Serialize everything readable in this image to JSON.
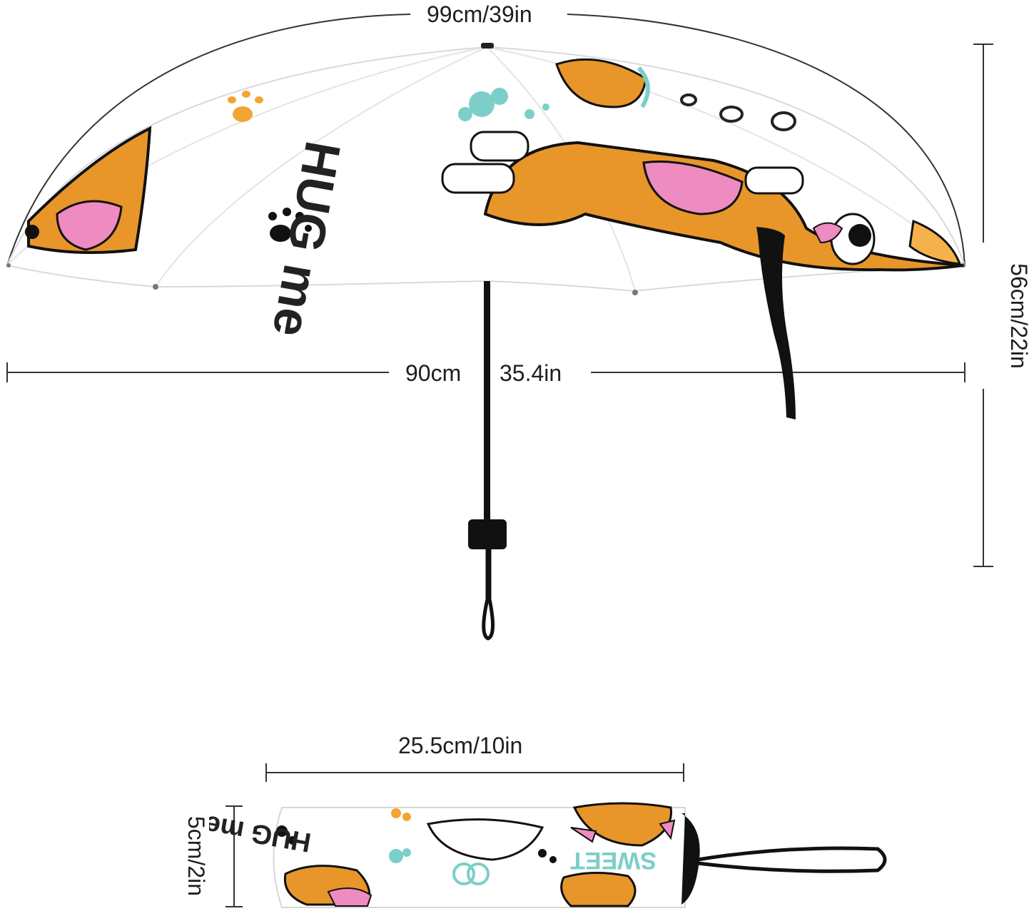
{
  "dimensions": {
    "open_diameter": "99cm/39in",
    "open_width_cm": "90cm",
    "open_width_in": "35.4in",
    "open_height": "56cm/22in",
    "folded_length": "25.5cm/10in",
    "folded_diameter": "5cm/2in"
  },
  "canopy_print": {
    "primary_text": "HUG me",
    "secondary_text": "SWEET",
    "bubble_text": "ooo"
  },
  "colors": {
    "corgi_orange": "#E8962A",
    "corgi_light": "#F6B24A",
    "paw_orange": "#F2A533",
    "splash_teal": "#7CCFC8",
    "heart_pink": "#EE8BC0",
    "frame_black": "#111111",
    "line_gray": "#333333"
  }
}
